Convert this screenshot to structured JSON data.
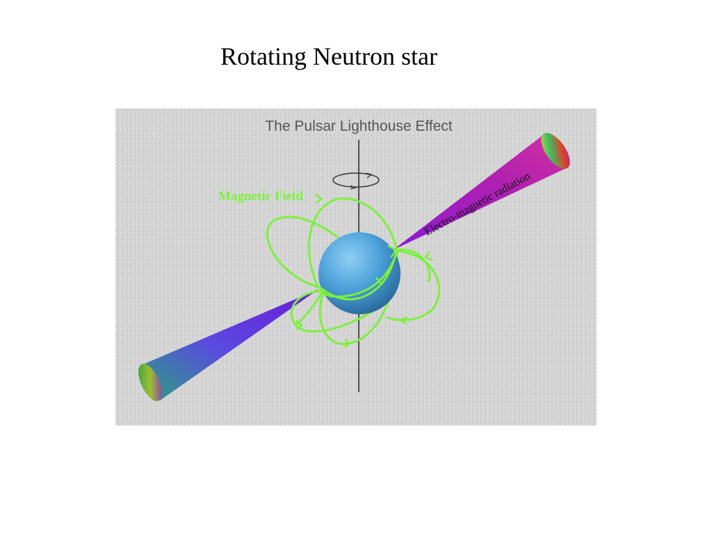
{
  "slide": {
    "title": "Rotating Neutron star"
  },
  "figure": {
    "heading": "The Pulsar Lighthouse Effect",
    "magnetic_field_label": "Magnetic Field",
    "radiation_label": "Electro-magnetic radiation",
    "colors": {
      "background": "#d6d6d6",
      "field_lines": "#7cf03c",
      "star": "#4a9fd8",
      "beam_core": "#8a2be2",
      "axis": "#222222"
    }
  }
}
